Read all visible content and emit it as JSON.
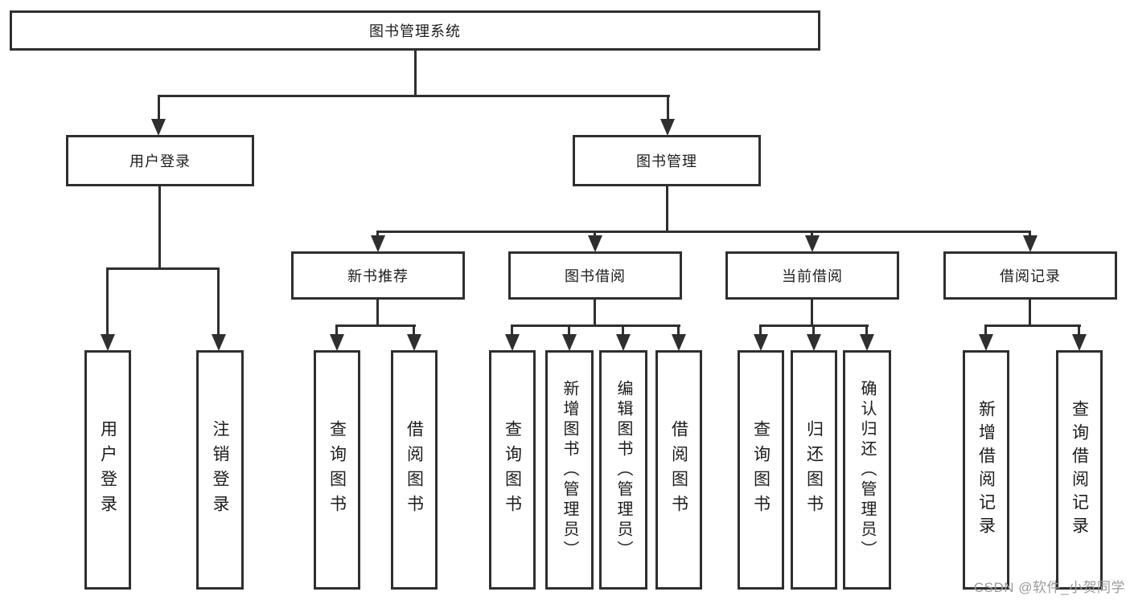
{
  "diagram": {
    "type": "tree",
    "root": {
      "label": "图书管理系统"
    },
    "branches": [
      {
        "label": "用户登录",
        "children": [
          {
            "label": "用户登录"
          },
          {
            "label": "注销登录"
          }
        ]
      },
      {
        "label": "图书管理",
        "children": [
          {
            "label": "新书推荐",
            "children": [
              {
                "label": "查询图书"
              },
              {
                "label": "借阅图书"
              }
            ]
          },
          {
            "label": "图书借阅",
            "children": [
              {
                "label": "查询图书"
              },
              {
                "label": "新增图书（管理员）"
              },
              {
                "label": "编辑图书（管理员）"
              },
              {
                "label": "借阅图书"
              }
            ]
          },
          {
            "label": "当前借阅",
            "children": [
              {
                "label": "查询图书"
              },
              {
                "label": "归还图书"
              },
              {
                "label": "确认归还（管理员）"
              }
            ]
          },
          {
            "label": "借阅记录",
            "children": [
              {
                "label": "新增借阅记录"
              },
              {
                "label": "查询借阅记录"
              }
            ]
          }
        ]
      }
    ]
  },
  "watermark": {
    "text": "CSDN @软件_小贺同学"
  },
  "colors": {
    "line": "#2f2f2f",
    "box_border": "#2f2f2f",
    "box_fill": "#ffffff",
    "text": "#1c1c1c",
    "background": "#ffffff",
    "watermark": "#9a9a9a"
  }
}
